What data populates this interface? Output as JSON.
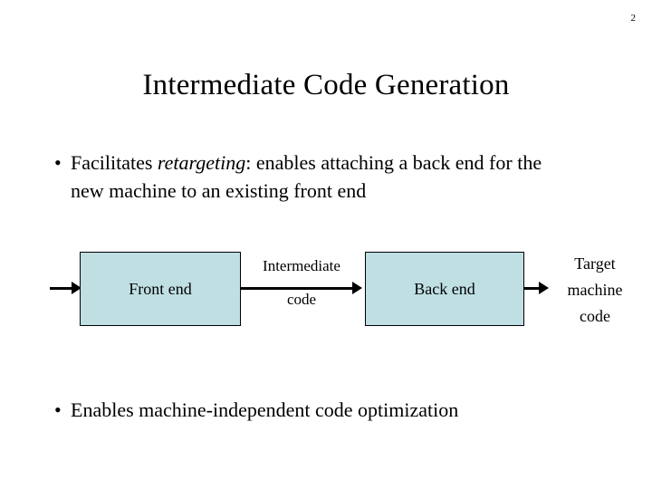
{
  "slide": {
    "number": "2",
    "title": "Intermediate Code Generation"
  },
  "bullets": [
    {
      "marker": "•",
      "text_before": "Facilitates ",
      "emphasis": "retargeting",
      "text_after": ": enables attaching a back end for the new machine to an existing front end"
    },
    {
      "marker": "•",
      "text": "Enables machine-independent code optimization"
    }
  ],
  "diagram": {
    "box_fill_color": "#bfdfe3",
    "box_border_color": "#000000",
    "stages": [
      {
        "label": "Front end"
      },
      {
        "label": "Back end"
      }
    ],
    "edge_label": {
      "line_one": "Intermediate",
      "line_two": "code"
    },
    "output_label": {
      "line_one": "Target",
      "line_two": "machine",
      "line_three": "code"
    }
  }
}
